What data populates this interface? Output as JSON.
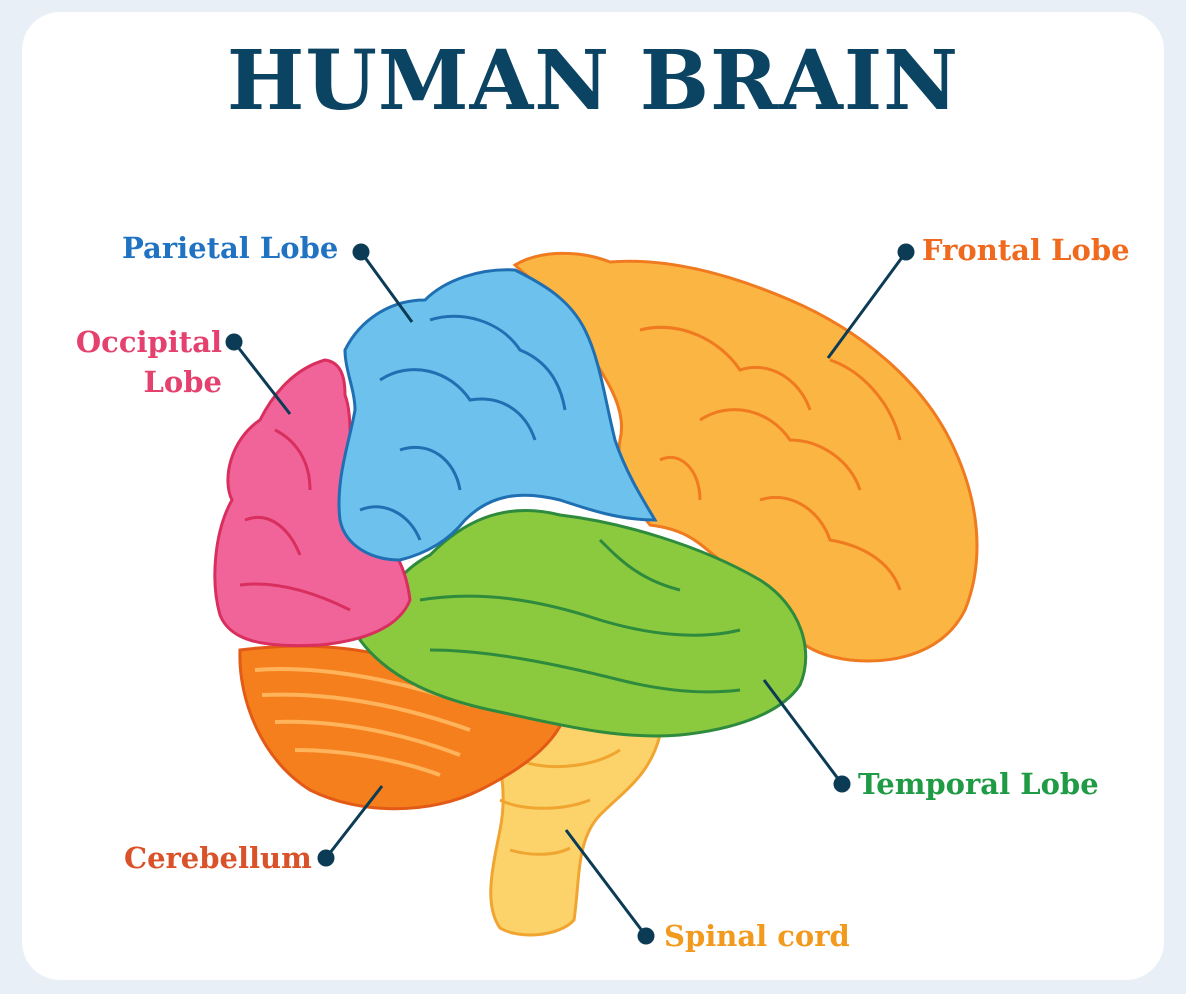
{
  "title": "HUMAN BRAIN",
  "labels": {
    "parietal": "Parietal Lobe",
    "frontal": "Frontal Lobe",
    "occipital_line1": "Occipital",
    "occipital_line2": "Lobe",
    "temporal": "Temporal Lobe",
    "cerebellum": "Cerebellum",
    "spinal": "Spinal cord"
  },
  "colors": {
    "title": "#0b4463",
    "parietal": "#1f73c2",
    "frontal": "#ef6a1f",
    "occipital": "#e5416e",
    "temporal": "#1f9a45",
    "cerebellum": "#d9522a",
    "spinal": "#f29a1e",
    "leader": "#0b3b55"
  }
}
